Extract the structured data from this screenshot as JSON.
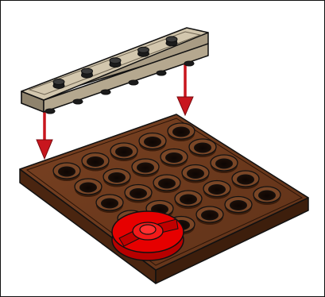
{
  "figure": {
    "kind": "LEGO building instruction step",
    "parts": [
      {
        "name": "tan-1x6-plate",
        "color": "#c9bca4",
        "studs": 5
      },
      {
        "name": "reddish-brown-8x8-plate",
        "color": "#6b3a1e",
        "grid": [
          5,
          5
        ]
      },
      {
        "name": "red-2x2-round-plate",
        "color": "#e00000"
      }
    ],
    "arrows": {
      "color": "#d0141e",
      "count": 2
    }
  }
}
